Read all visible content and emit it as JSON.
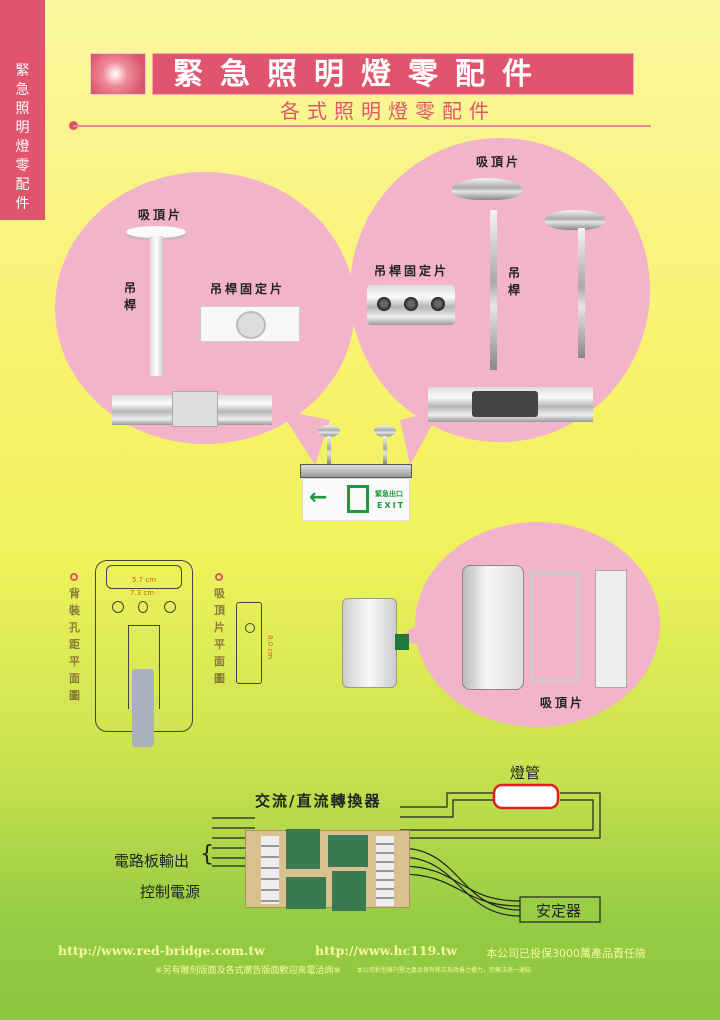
{
  "sidebar": {
    "label": "緊急照明燈零配件"
  },
  "header": {
    "title": "緊急照明燈零配件",
    "subtitle": "各式照明燈零配件"
  },
  "left_bubble": {
    "ceiling_plate": "吸頂片",
    "rod": "吊桿",
    "rod_bracket": "吊桿固定片"
  },
  "right_bubble": {
    "ceiling_plate": "吸頂片",
    "rod": "吊桿",
    "rod_bracket": "吊桿固定片"
  },
  "exit_sign": {
    "text_cn": "緊急出口",
    "text_en": "EXIT"
  },
  "plans": {
    "back_label": "背裝孔距平面圖",
    "ceiling_label": "吸頂片平面圖",
    "dim1": "5.7 cm",
    "dim2": "7.3 cm",
    "dim3": "8.0 cm"
  },
  "bottom_bubble": {
    "ceiling_plate": "吸頂片"
  },
  "circuit": {
    "title": "交流/直流轉換器",
    "tube": "燈管",
    "board_output": "電路板輸出",
    "control_power": "控制電源",
    "ballast": "安定器"
  },
  "footer": {
    "url1": "http://www.red-bridge.com.tw",
    "url2": "http://www.hc119.tw",
    "insurance": "本公司已投保3000萬產品責任險",
    "notice": "※另有雕刻版面及各式廣告版面歡迎來電洽詢※",
    "disclaimer": "本公司對型錄刊登之產品保有修正及改善之權力，恕無法逐一通知"
  },
  "colors": {
    "brand": "#e1546d",
    "bubble": "#f2b3cb",
    "exit_green": "#1a9a3a"
  }
}
